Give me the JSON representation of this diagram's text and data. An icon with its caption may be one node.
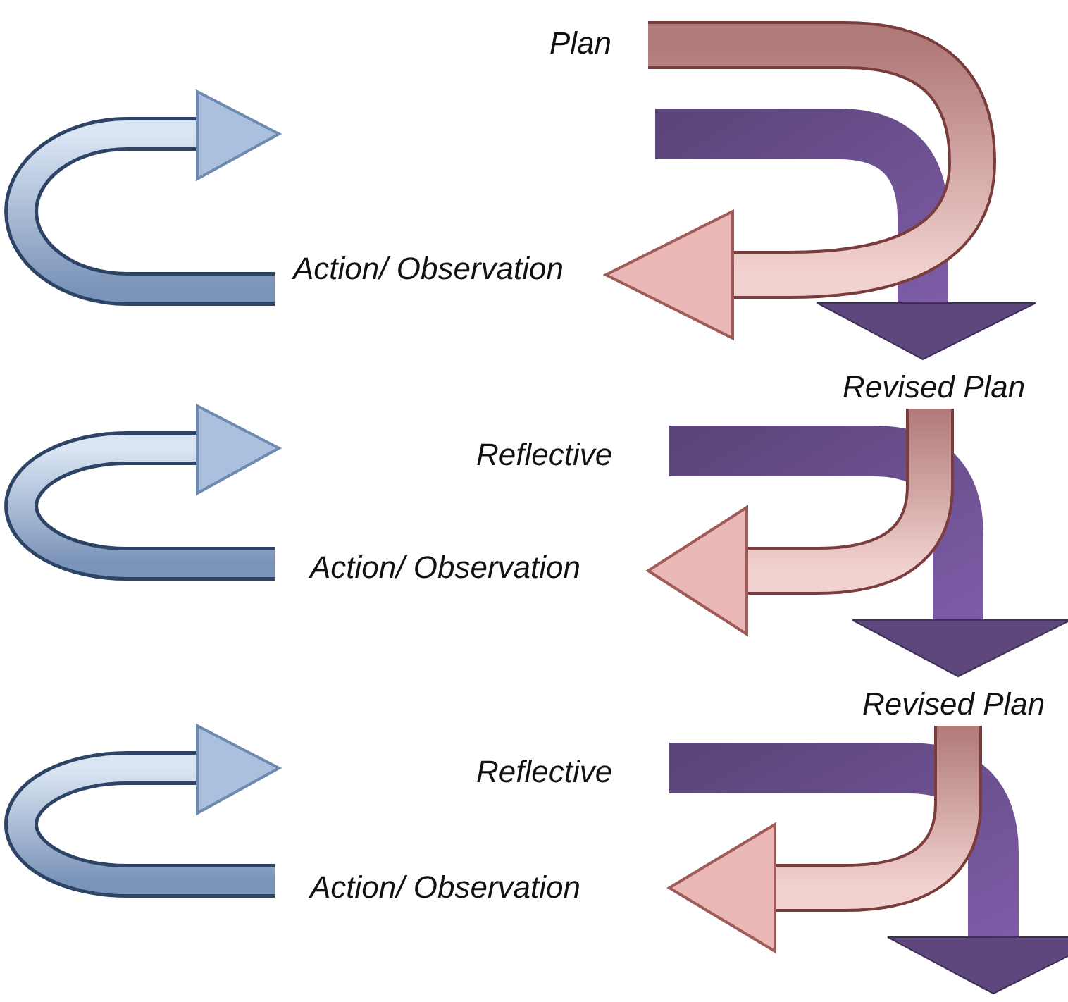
{
  "diagram": {
    "labels": [
      "Plan",
      "Action/ Observation",
      "Revised Plan",
      "Reflective",
      "Action/ Observation",
      "Revised Plan",
      "Reflective",
      "Action/ Observation"
    ]
  }
}
